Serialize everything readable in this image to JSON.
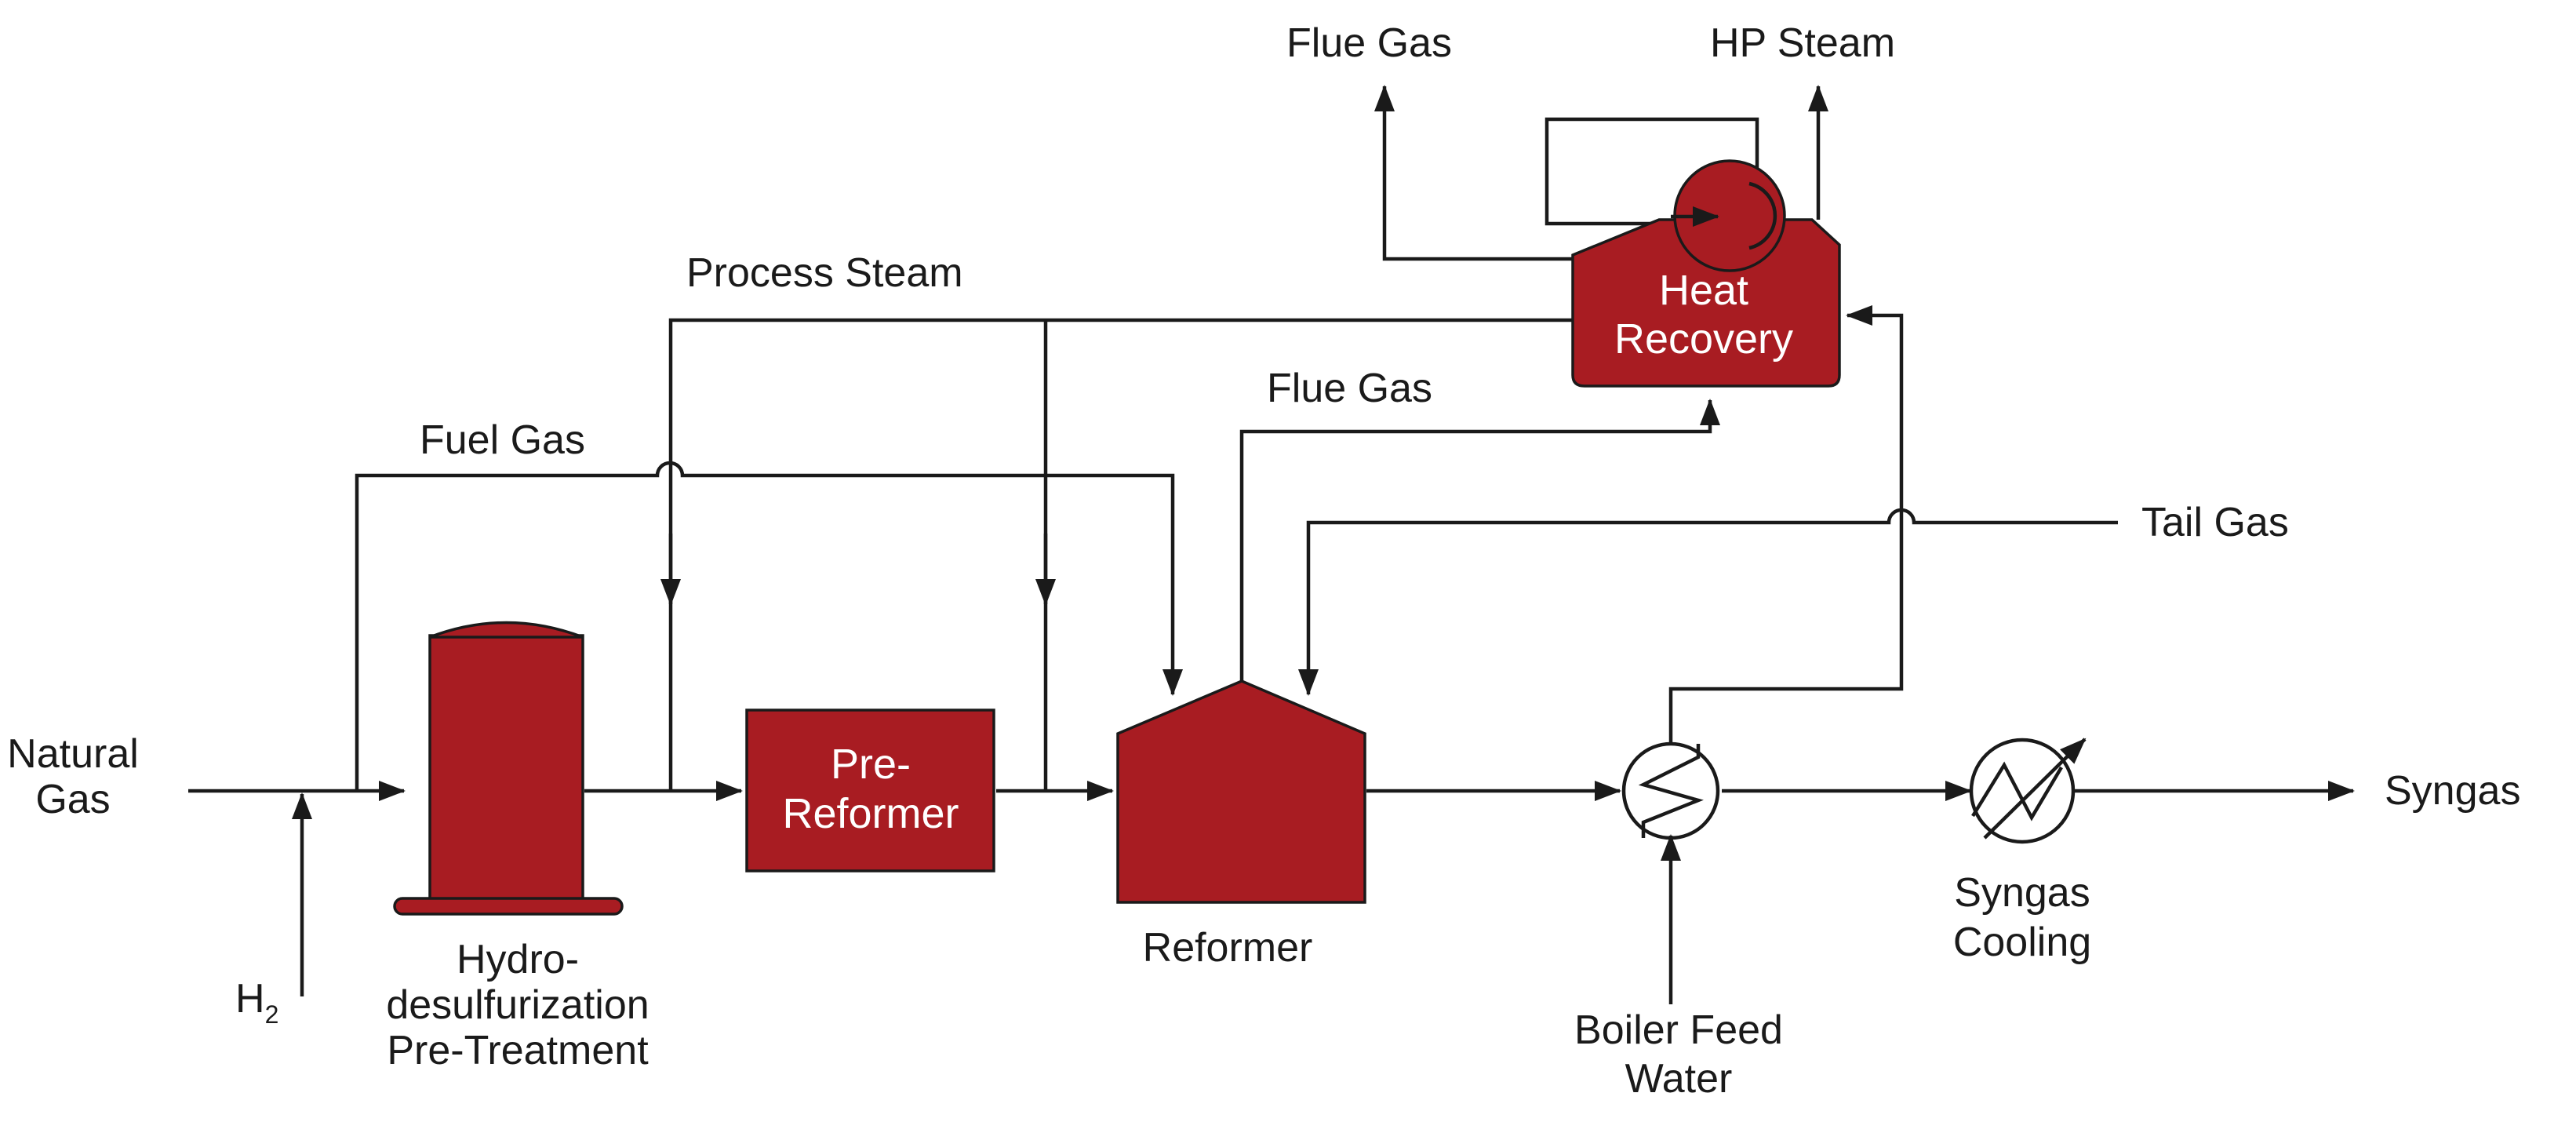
{
  "colors": {
    "equipment": "#a81c22",
    "line": "#1a1a1a",
    "background": "#ffffff"
  },
  "equipment": {
    "hds": {
      "label_line1": "Hydro-",
      "label_line2": "desulfurization",
      "label_line3": "Pre-Treatment"
    },
    "pre_reformer": {
      "label_line1": "Pre-",
      "label_line2": "Reformer"
    },
    "reformer": {
      "label": "Reformer"
    },
    "heat_recovery": {
      "label_line1": "Heat",
      "label_line2": "Recovery"
    },
    "boiler_exchanger": {
      "label_line1": "Boiler Feed",
      "label_line2": "Water"
    },
    "syngas_cooling": {
      "label_line1": "Syngas",
      "label_line2": "Cooling"
    }
  },
  "streams": {
    "natural_gas_line1": "Natural",
    "natural_gas_line2": "Gas",
    "h2_main": "H",
    "h2_sub": "2",
    "fuel_gas": "Fuel Gas",
    "process_steam": "Process Steam",
    "flue_gas_reformer": "Flue Gas",
    "flue_gas_top": "Flue Gas",
    "hp_steam": "HP Steam",
    "tail_gas": "Tail Gas",
    "syngas": "Syngas"
  }
}
